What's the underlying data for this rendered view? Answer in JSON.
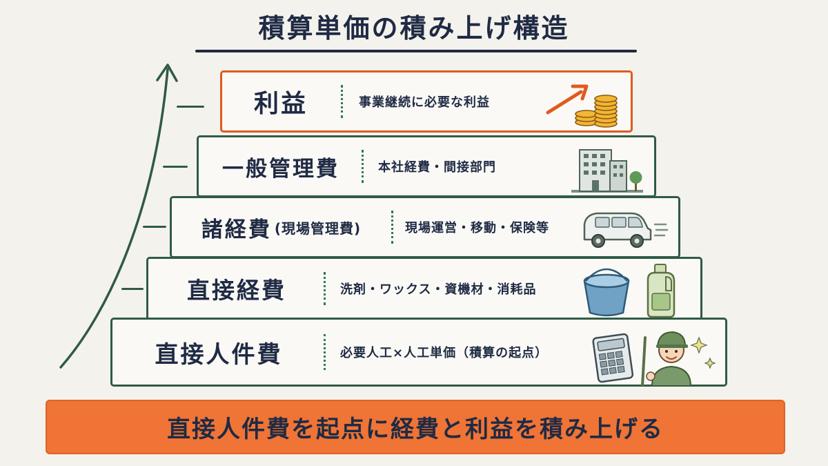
{
  "title": "積算単価の積み上げ構造",
  "tiers": [
    {
      "name": "利益",
      "subname": "",
      "description": "事業継続に必要な利益",
      "icon": "coins-up-arrow-icon"
    },
    {
      "name": "一般管理費",
      "subname": "",
      "description": "本社経費・間接部門",
      "icon": "office-building-icon"
    },
    {
      "name": "諸経費",
      "subname": "(現場管理費)",
      "description": "現場運営・移動・保険等",
      "icon": "van-icon"
    },
    {
      "name": "直接経費",
      "subname": "",
      "description": "洗剤・ワックス・資機材・消耗品",
      "icon": "bucket-bottle-icon"
    },
    {
      "name": "直接人件費",
      "subname": "",
      "description": "必要人工×人工単価（積算の起点）",
      "icon": "calculator-worker-icon"
    }
  ],
  "footer": "直接人件費を起点に経費と利益を積み上げる",
  "colors": {
    "accent": "#ef7435",
    "frame": "#2f5a46",
    "text": "#1f2a44",
    "profit_border": "#e05a1e"
  }
}
